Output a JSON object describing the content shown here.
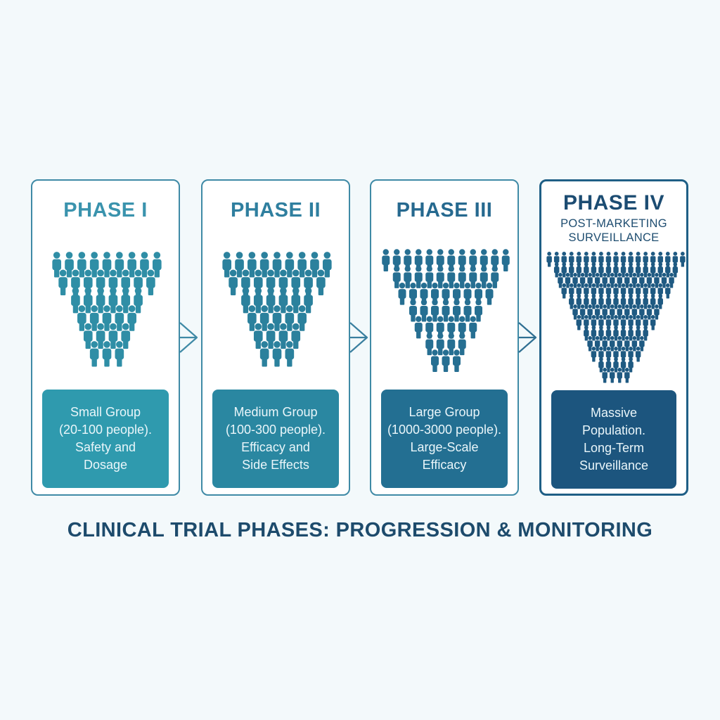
{
  "title": "CLINICAL TRIAL PHASES: PROGRESSION & MONITORING",
  "phases": [
    {
      "title": "PHASE I",
      "subtitle": "",
      "description": "Small Group\n(20-100 people).\nSafety and\nDosage",
      "title_color": "#3a93ad",
      "box_color": "#2f9aae",
      "people_color": "#2f8ea6"
    },
    {
      "title": "PHASE II",
      "subtitle": "",
      "description": "Medium Group\n(100-300 people).\nEfficacy and\nSide Effects",
      "title_color": "#2f7f9f",
      "box_color": "#2a87a1",
      "people_color": "#2b819d"
    },
    {
      "title": "PHASE III",
      "subtitle": "",
      "description": "Large Group\n(1000-3000 people).\nLarge-Scale\nEfficacy",
      "title_color": "#26698f",
      "box_color": "#236f92",
      "people_color": "#266f92"
    },
    {
      "title": "PHASE IV",
      "subtitle": "POST-MARKETING\nSURVEILLANCE",
      "description": "Massive\nPopulation.\nLong-Term\nSurveillance",
      "title_color": "#1c4c72",
      "box_color": "#1c557e",
      "people_color": "#1f5a82"
    }
  ]
}
